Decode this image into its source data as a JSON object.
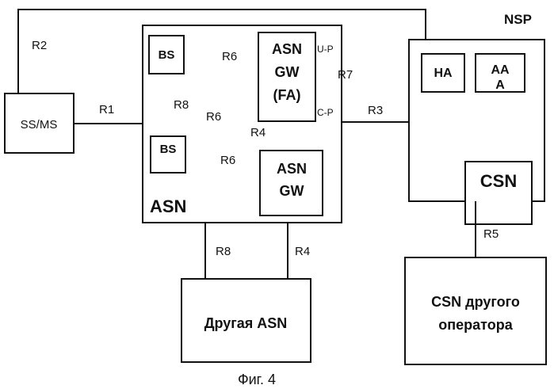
{
  "nodes": {
    "ssms": "SS/MS",
    "bs_top": "BS",
    "bs_bottom": "BS",
    "asn_gw_fa": [
      "ASN",
      "GW",
      "(FA)"
    ],
    "asn_gw": [
      "ASN",
      "GW"
    ],
    "asn": "ASN",
    "nsp": "NSP",
    "ha": "HA",
    "aaa": [
      "AA",
      "A"
    ],
    "csn": "CSN",
    "other_asn": "Другая ASN",
    "other_csn": [
      "CSN другого",
      "оператора"
    ],
    "u_p": "U-P",
    "c_p": "C-P"
  },
  "links": {
    "r1": "R1",
    "r2": "R2",
    "r3": "R3",
    "r4_gw": "R4",
    "r4_other": "R4",
    "r5": "R5",
    "r6_top": "R6",
    "r6_cross": "R6",
    "r6_bottom": "R6",
    "r7": "R7",
    "r8_bs": "R8",
    "r8_other": "R8"
  },
  "caption": "Фиг. 4"
}
